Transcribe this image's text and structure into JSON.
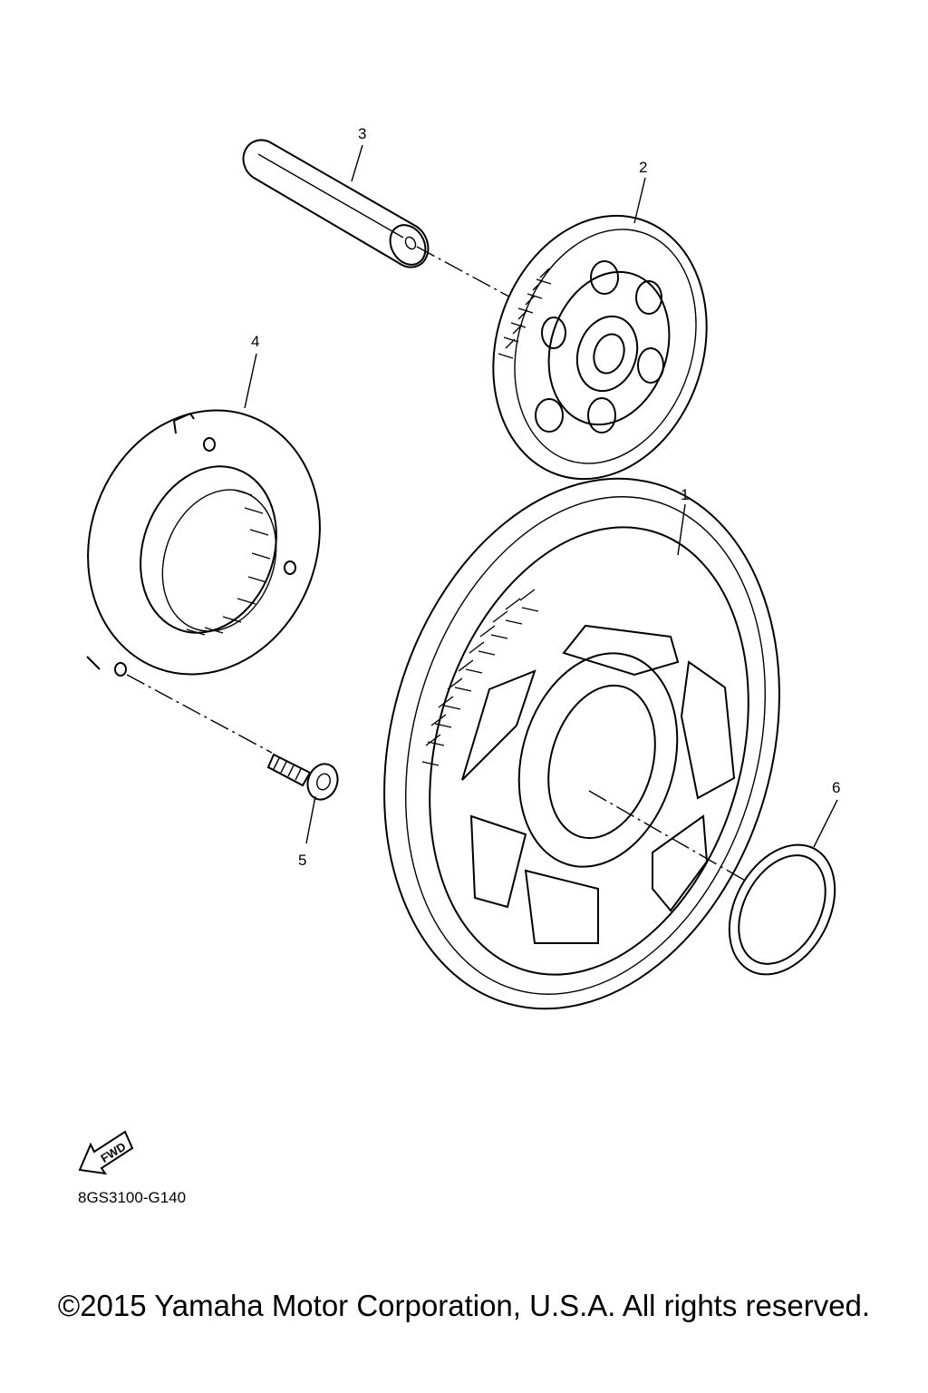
{
  "diagram": {
    "part_labels": [
      "1",
      "2",
      "3",
      "4",
      "5",
      "6"
    ],
    "fwd_badge": "FWD",
    "drawing_code": "8GS3100-G140",
    "copyright": "©2015 Yamaha Motor Corporation, U.S.A. All rights reserved."
  },
  "icons": {
    "fwd_arrow": "fwd-arrow-icon"
  }
}
